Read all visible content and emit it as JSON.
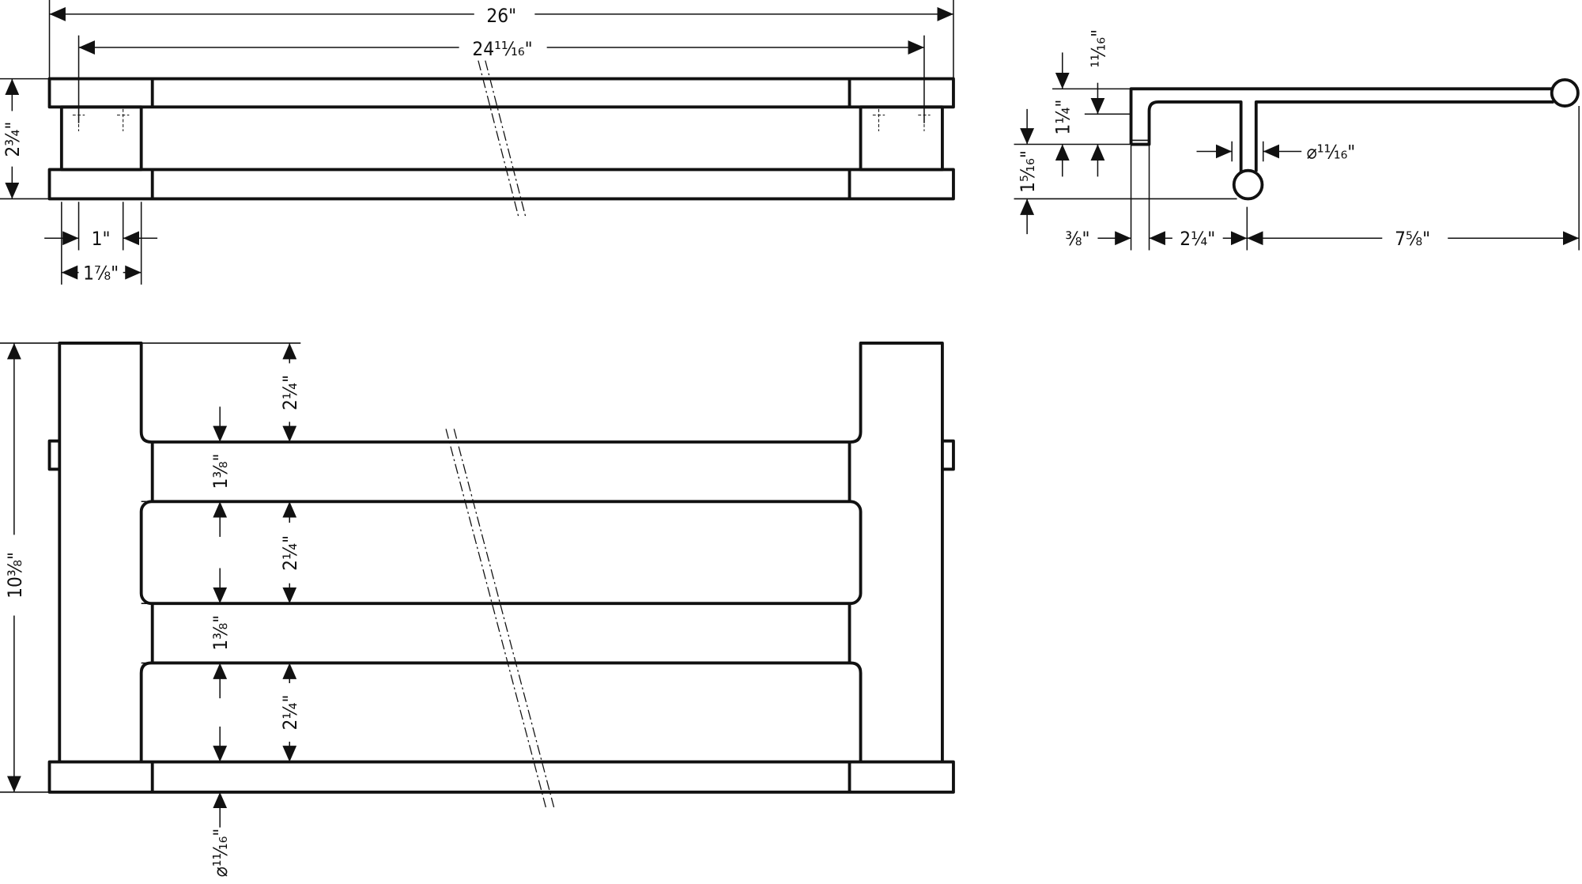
{
  "front_view": {
    "overall_width": "26\"",
    "mount_spacing": "24¹¹⁄₁₆\"",
    "height": "2¾\"",
    "bracket_hole": "1\"",
    "bracket_width": "1⅞\""
  },
  "side_view": {
    "top_offset": "¹¹⁄₁₆\"",
    "upper_drop": "1¼\"",
    "lower_drop": "1⁵⁄₁₆\"",
    "rod_diameter": "⌀¹¹⁄₁₆\"",
    "wall_thickness": "⅜\"",
    "rod_distance": "2¼\"",
    "projection": "7⅝\""
  },
  "plan_view": {
    "overall_depth": "10⅜\"",
    "gap_1": "2¼\"",
    "gap_2": "2¼\"",
    "gap_3": "2¼\"",
    "bar_1": "1⅜\"",
    "bar_2": "1⅜\"",
    "bar_diameter": "⌀¹¹⁄₁₆\""
  }
}
